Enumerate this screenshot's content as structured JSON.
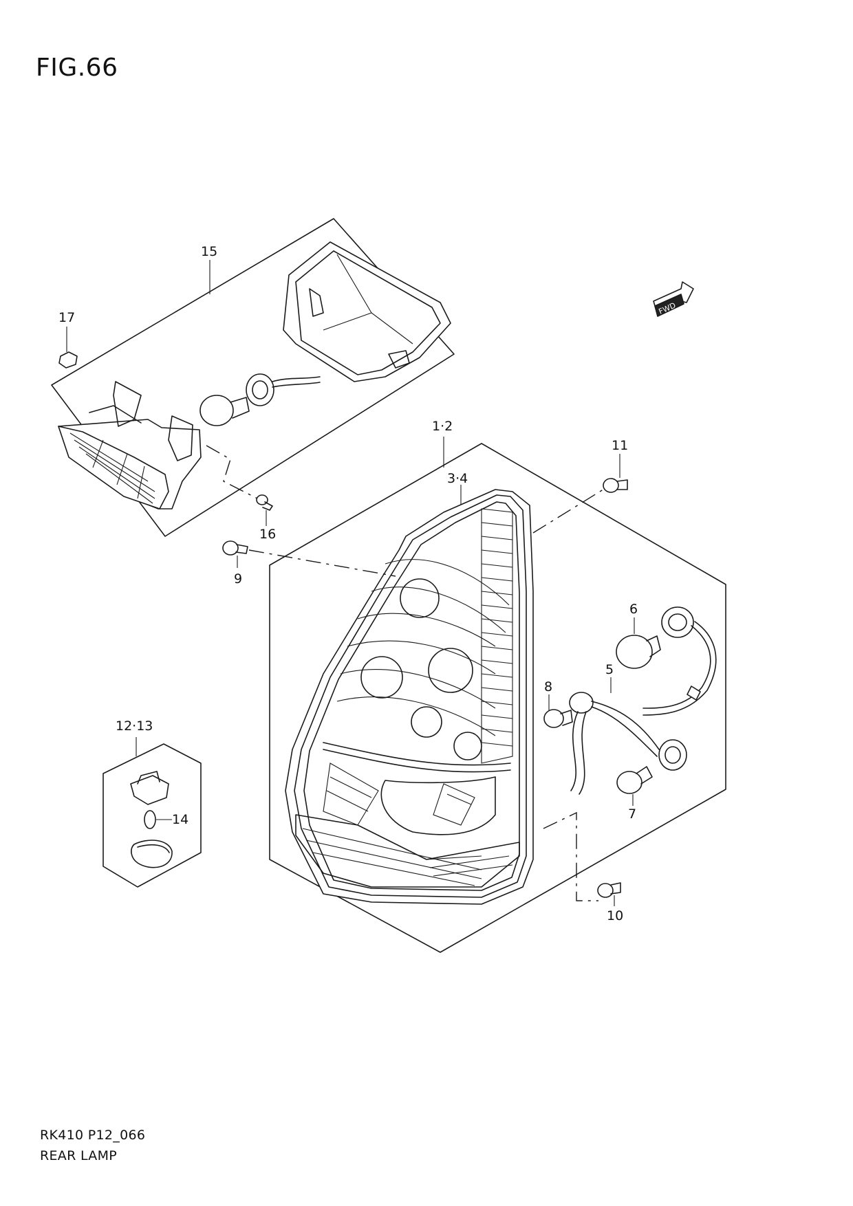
{
  "figure": {
    "title": "FIG.66"
  },
  "footer": {
    "code": "RK410 P12_066",
    "name": "REAR LAMP"
  },
  "fwd_badge": {
    "text": "FWD"
  },
  "callouts": {
    "c15": "15",
    "c17": "17",
    "c16": "16",
    "c9": "9",
    "c1_2": "1·2",
    "c3_4": "3·4",
    "c11": "11",
    "c6": "6",
    "c5": "5",
    "c8": "8",
    "c7": "7",
    "c10": "10",
    "c12_13": "12·13",
    "c14": "14"
  }
}
